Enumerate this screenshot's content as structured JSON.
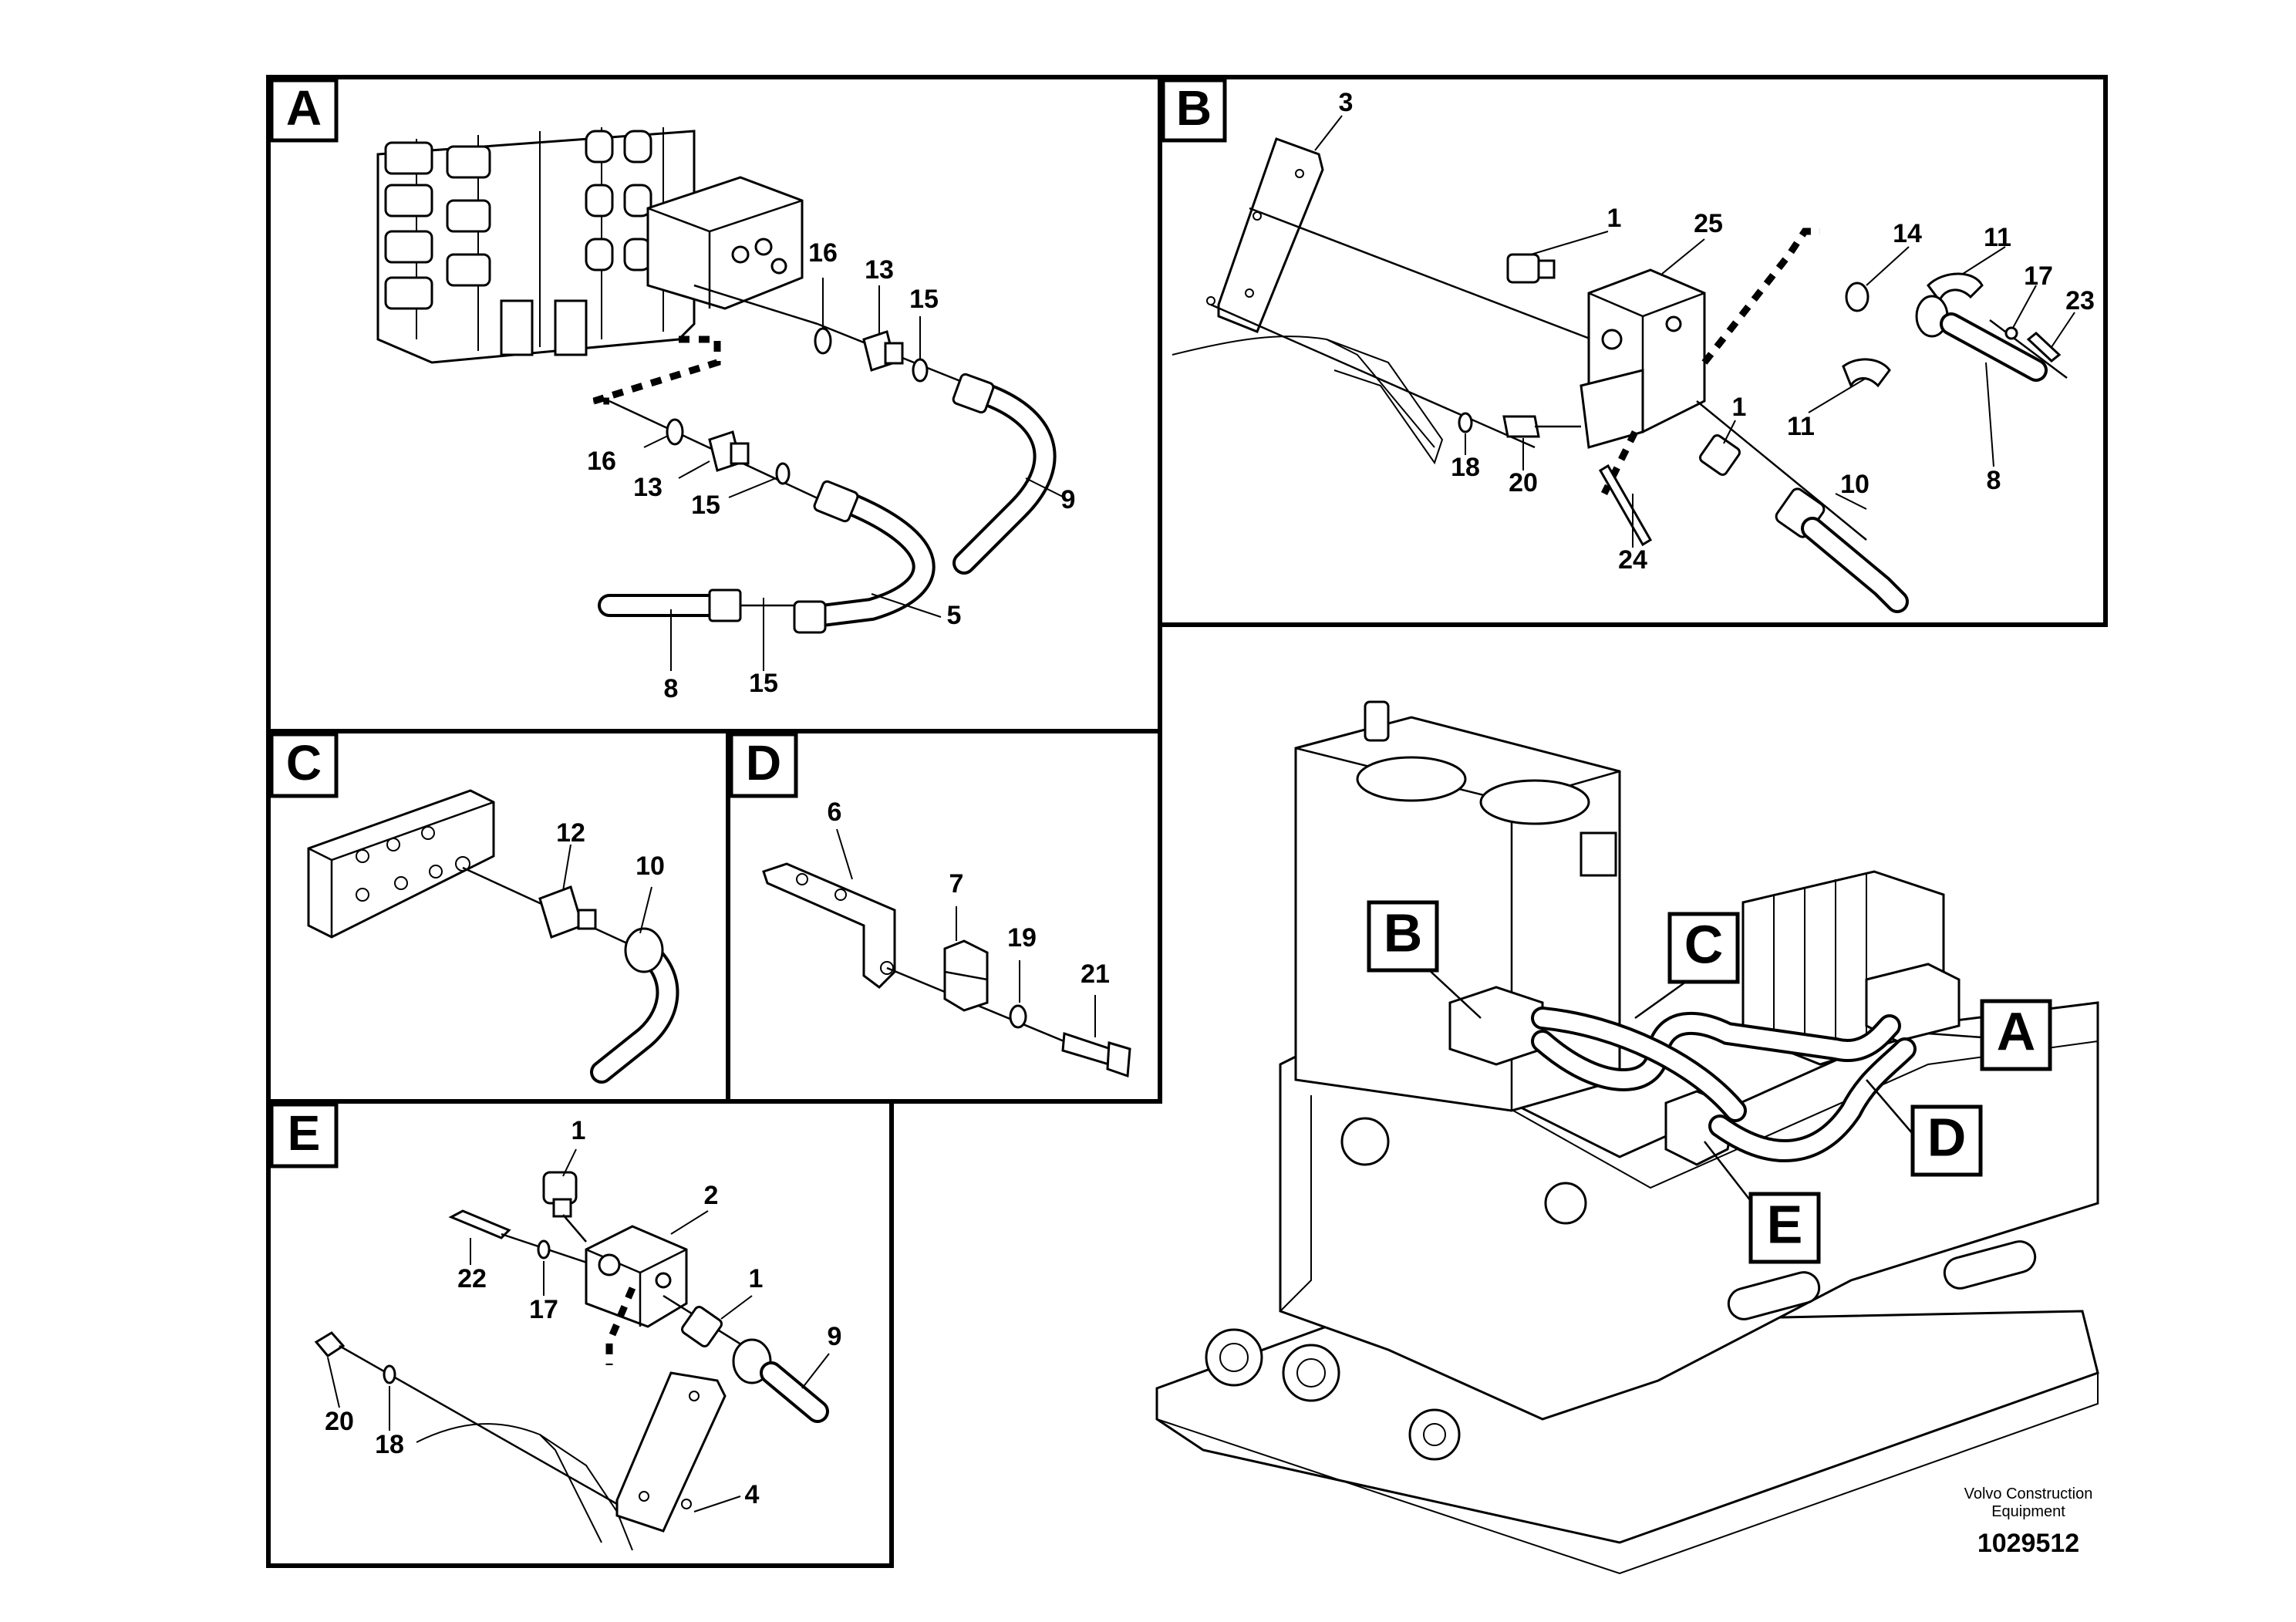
{
  "panels": {
    "A": {
      "letter": "A",
      "labels": [
        {
          "id": "a16a",
          "text": "16"
        },
        {
          "id": "a13a",
          "text": "13"
        },
        {
          "id": "a15a",
          "text": "15"
        },
        {
          "id": "a16b",
          "text": "16"
        },
        {
          "id": "a13b",
          "text": "13"
        },
        {
          "id": "a15b",
          "text": "15"
        },
        {
          "id": "a9",
          "text": "9"
        },
        {
          "id": "a5",
          "text": "5"
        },
        {
          "id": "a8",
          "text": "8"
        },
        {
          "id": "a15c",
          "text": "15"
        }
      ]
    },
    "B": {
      "letter": "B",
      "labels": [
        {
          "id": "b3",
          "text": "3"
        },
        {
          "id": "b1a",
          "text": "1"
        },
        {
          "id": "b25",
          "text": "25"
        },
        {
          "id": "b14",
          "text": "14"
        },
        {
          "id": "b11a",
          "text": "11"
        },
        {
          "id": "b17",
          "text": "17"
        },
        {
          "id": "b23",
          "text": "23"
        },
        {
          "id": "b11b",
          "text": "11"
        },
        {
          "id": "b1b",
          "text": "1"
        },
        {
          "id": "b18",
          "text": "18"
        },
        {
          "id": "b20",
          "text": "20"
        },
        {
          "id": "b24",
          "text": "24"
        },
        {
          "id": "b10",
          "text": "10"
        },
        {
          "id": "b8",
          "text": "8"
        }
      ]
    },
    "C": {
      "letter": "C",
      "labels": [
        {
          "id": "c12",
          "text": "12"
        },
        {
          "id": "c10",
          "text": "10"
        }
      ]
    },
    "D": {
      "letter": "D",
      "labels": [
        {
          "id": "d6",
          "text": "6"
        },
        {
          "id": "d7",
          "text": "7"
        },
        {
          "id": "d19",
          "text": "19"
        },
        {
          "id": "d21",
          "text": "21"
        }
      ]
    },
    "E": {
      "letter": "E",
      "labels": [
        {
          "id": "e1a",
          "text": "1"
        },
        {
          "id": "e2",
          "text": "2"
        },
        {
          "id": "e22",
          "text": "22"
        },
        {
          "id": "e17",
          "text": "17"
        },
        {
          "id": "e1b",
          "text": "1"
        },
        {
          "id": "e9",
          "text": "9"
        },
        {
          "id": "e20",
          "text": "20"
        },
        {
          "id": "e18",
          "text": "18"
        },
        {
          "id": "e4",
          "text": "4"
        }
      ]
    }
  },
  "overview_callouts": [
    "B",
    "C",
    "A",
    "D",
    "E"
  ],
  "footer": {
    "credit_line1": "Volvo Construction",
    "credit_line2": "Equipment",
    "document_number": "1029512"
  }
}
